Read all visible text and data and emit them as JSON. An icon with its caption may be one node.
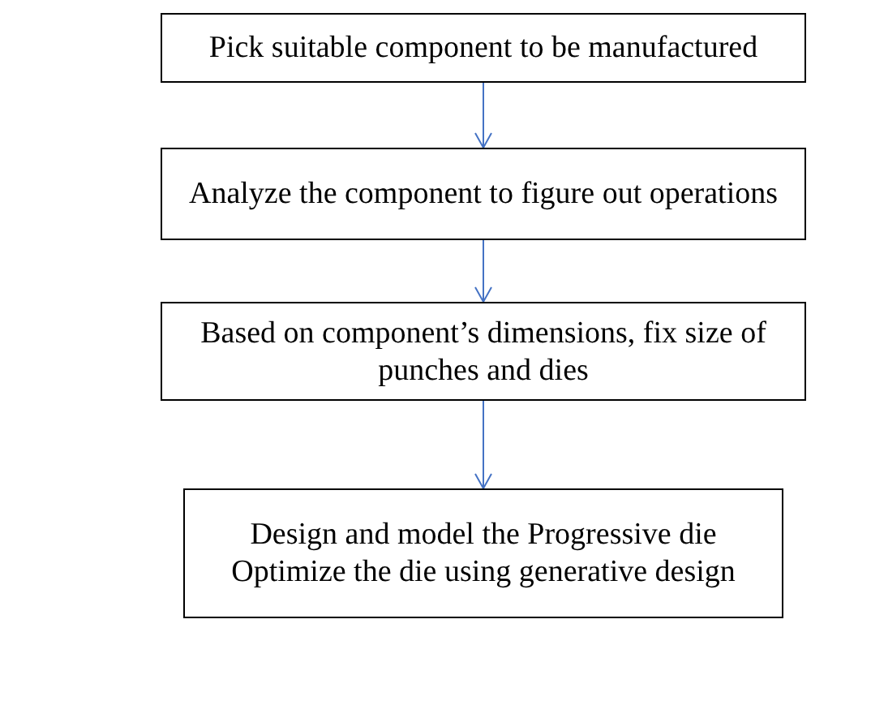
{
  "diagram": {
    "nodes": [
      {
        "text": [
          "Pick suitable component to be manufactured"
        ]
      },
      {
        "text": [
          "Analyze the component to figure out operations"
        ]
      },
      {
        "text": [
          "Based on component’s dimensions, fix size of punches and dies"
        ]
      },
      {
        "text": [
          "Design and model the Progressive die",
          "Optimize the die using generative design"
        ]
      }
    ],
    "edges": [
      {
        "from": 0,
        "to": 1,
        "arrow": "to"
      },
      {
        "from": 1,
        "to": 2,
        "arrow": "to"
      },
      {
        "from": 2,
        "to": 3,
        "arrow": "to"
      }
    ]
  }
}
